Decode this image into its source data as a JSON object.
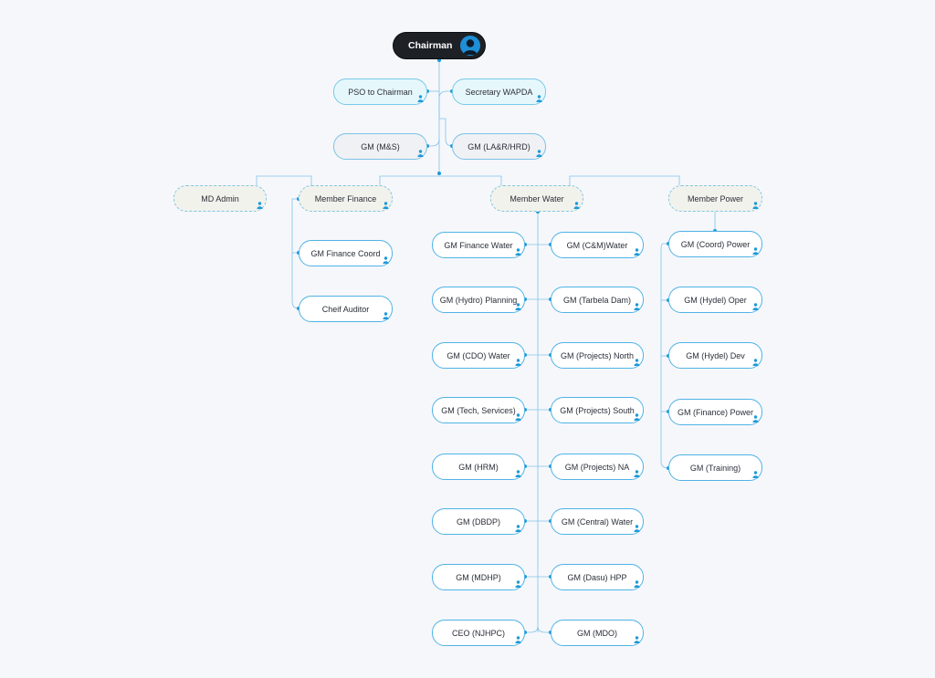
{
  "colors": {
    "connector": "#7fc3e8",
    "accent": "#1e9ad8",
    "root_bg": "#1d2126",
    "background": "#f6f7fb"
  },
  "icons": {
    "person": "person-icon",
    "avatar": "avatar-icon"
  },
  "root": {
    "label": "Chairman"
  },
  "assistants": [
    {
      "label": "PSO to Chairman"
    },
    {
      "label": "Secretary WAPDA"
    },
    {
      "label": "GM (M&S)"
    },
    {
      "label": "GM (LA&R/HRD)"
    }
  ],
  "members": [
    {
      "label": "MD Admin"
    },
    {
      "label": "Member Finance"
    },
    {
      "label": "Member Water"
    },
    {
      "label": "Member Power"
    }
  ],
  "finance_children": [
    {
      "label": "GM Finance Coord"
    },
    {
      "label": "Cheif Auditor"
    }
  ],
  "water_left": [
    {
      "label": "GM Finance Water"
    },
    {
      "label": "GM (Hydro) Planning"
    },
    {
      "label": "GM (CDO) Water"
    },
    {
      "label": "GM (Tech, Services)"
    },
    {
      "label": "GM (HRM)"
    },
    {
      "label": "GM (DBDP)"
    },
    {
      "label": "GM (MDHP)"
    },
    {
      "label": "CEO (NJHPC)"
    }
  ],
  "water_right": [
    {
      "label": "GM (C&M)Water"
    },
    {
      "label": "GM (Tarbela Dam)"
    },
    {
      "label": "GM (Projects) North"
    },
    {
      "label": "GM (Projects) South"
    },
    {
      "label": "GM (Projects) NA"
    },
    {
      "label": "GM (Central) Water"
    },
    {
      "label": "GM (Dasu) HPP"
    },
    {
      "label": "GM (MDO)"
    }
  ],
  "power_children": [
    {
      "label": "GM (Coord) Power"
    },
    {
      "label": "GM (Hydel) Oper"
    },
    {
      "label": "GM (Hydel) Dev"
    },
    {
      "label": "GM (Finance) Power"
    },
    {
      "label": "GM (Training)"
    }
  ]
}
